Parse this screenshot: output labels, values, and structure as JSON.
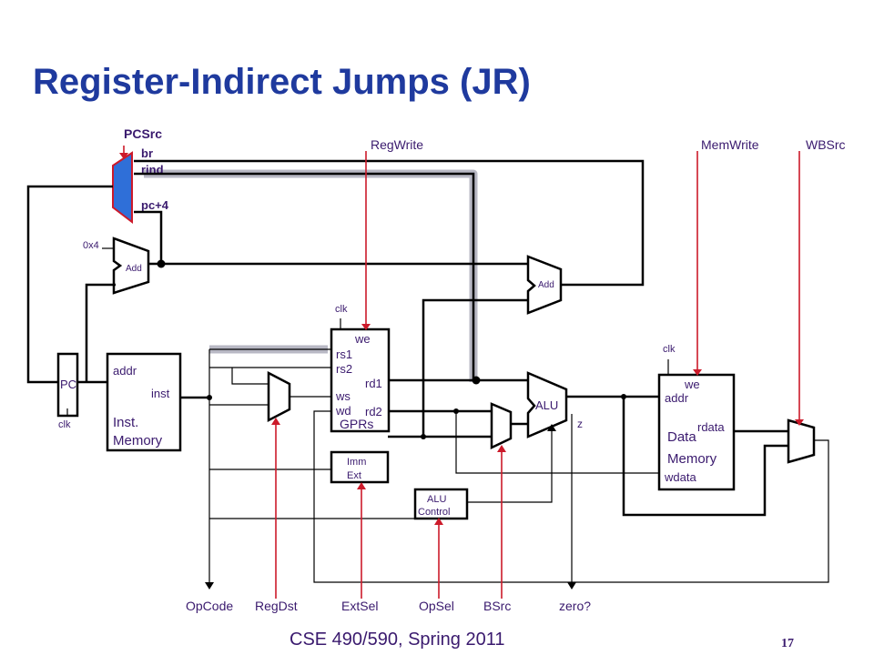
{
  "slide": {
    "title": "Register-Indirect Jumps (JR)",
    "footer": "CSE 490/590, Spring 2011",
    "page_number": "17"
  },
  "pc_mux": {
    "select_label": "PCSrc",
    "inputs": [
      "br",
      "rind",
      "pc+4"
    ]
  },
  "pc": {
    "label": "PC",
    "clk": "clk"
  },
  "pc_adder": {
    "const": "0x4",
    "label": "Add"
  },
  "branch_adder": {
    "label": "Add"
  },
  "inst_memory": {
    "addr": "addr",
    "inst": "inst",
    "title_line1": "Inst.",
    "title_line2": "Memory"
  },
  "gprs": {
    "clk": "clk",
    "we": "we",
    "ports": [
      "rs1",
      "rs2",
      "ws",
      "wd"
    ],
    "outputs": [
      "rd1",
      "rd2"
    ],
    "label": "GPRs"
  },
  "imm_ext": {
    "line1": "Imm",
    "line2": "Ext"
  },
  "alu": {
    "label": "ALU",
    "zero": "z"
  },
  "alu_control": {
    "line1": "ALU",
    "line2": "Control"
  },
  "data_memory": {
    "clk": "clk",
    "we": "we",
    "addr": "addr",
    "rdata": "rdata",
    "title_line1": "Data",
    "title_line2": "Memory",
    "wdata": "wdata"
  },
  "top_signals": {
    "regwrite": "RegWrite",
    "memwrite": "MemWrite",
    "wbsrc": "WBSrc"
  },
  "bottom_signals": [
    "OpCode",
    "RegDst",
    "ExtSel",
    "OpSel",
    "BSrc",
    "zero?"
  ],
  "colors": {
    "title": "#1f3a9e",
    "label": "#3a1a6e",
    "control_wire": "#cc1a2a",
    "pc_mux_fill": "#2f6fd8",
    "highlight": "#b8b8c4"
  }
}
